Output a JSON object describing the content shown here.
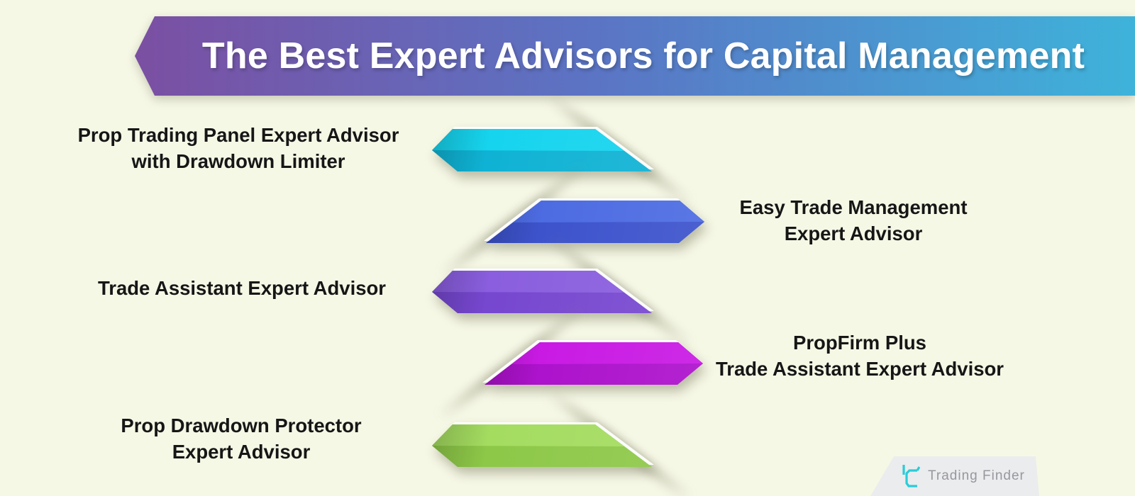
{
  "background_color": "#f6f8e6",
  "banner": {
    "title": "The Best Expert Advisors for Capital Management",
    "gradient_start": "#7b4fa2",
    "gradient_mid": "#5b74c4",
    "gradient_end": "#3eb3da",
    "text_color": "#ffffff"
  },
  "items": [
    {
      "line1": "Prop Trading Panel Expert Advisor",
      "line2": "with Drawdown Limiter",
      "side": "left",
      "color_name": "cyan",
      "ribbon_top": "#16d4ee",
      "ribbon_bottom": "#0fb2d4"
    },
    {
      "line1": "Easy Trade Management",
      "line2": "Expert Advisor",
      "side": "right",
      "color_name": "blue",
      "ribbon_top": "#4d6ce2",
      "ribbon_bottom": "#3d53cc"
    },
    {
      "line1": "Trade Assistant Expert Advisor",
      "line2": "",
      "side": "left",
      "color_name": "purple",
      "ribbon_top": "#8a5ede",
      "ribbon_bottom": "#7647cf"
    },
    {
      "line1": "PropFirm Plus",
      "line2": "Trade Assistant Expert Advisor",
      "side": "right",
      "color_name": "magenta",
      "ribbon_top": "#c91ae4",
      "ribbon_bottom": "#ad12cc"
    },
    {
      "line1": "Prop Drawdown Protector",
      "line2": "Expert Advisor",
      "side": "left",
      "color_name": "green",
      "ribbon_top": "#a4dc60",
      "ribbon_bottom": "#8dc848"
    }
  ],
  "logo": {
    "text": "Trading Finder",
    "glyph": "tradingfinder-monogram",
    "color": "#29ccd8",
    "text_color": "#97979d"
  }
}
